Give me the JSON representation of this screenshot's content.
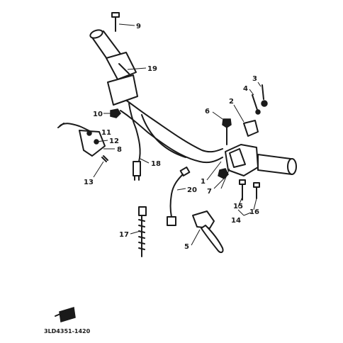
{
  "diagram": {
    "document_code": "3LD4351-1420",
    "callouts": [
      {
        "id": "c1",
        "label": "1"
      },
      {
        "id": "c2",
        "label": "2"
      },
      {
        "id": "c3",
        "label": "3"
      },
      {
        "id": "c4",
        "label": "4"
      },
      {
        "id": "c5",
        "label": "5"
      },
      {
        "id": "c6",
        "label": "6"
      },
      {
        "id": "c7",
        "label": "7"
      },
      {
        "id": "c8",
        "label": "8"
      },
      {
        "id": "c9",
        "label": "9"
      },
      {
        "id": "c10",
        "label": "10"
      },
      {
        "id": "c11",
        "label": "11"
      },
      {
        "id": "c12",
        "label": "12"
      },
      {
        "id": "c13",
        "label": "13"
      },
      {
        "id": "c14",
        "label": "14"
      },
      {
        "id": "c15",
        "label": "15"
      },
      {
        "id": "c16",
        "label": "16"
      },
      {
        "id": "c17",
        "label": "17"
      },
      {
        "id": "c18",
        "label": "18"
      },
      {
        "id": "c19",
        "label": "19"
      },
      {
        "id": "c20",
        "label": "20"
      }
    ]
  }
}
